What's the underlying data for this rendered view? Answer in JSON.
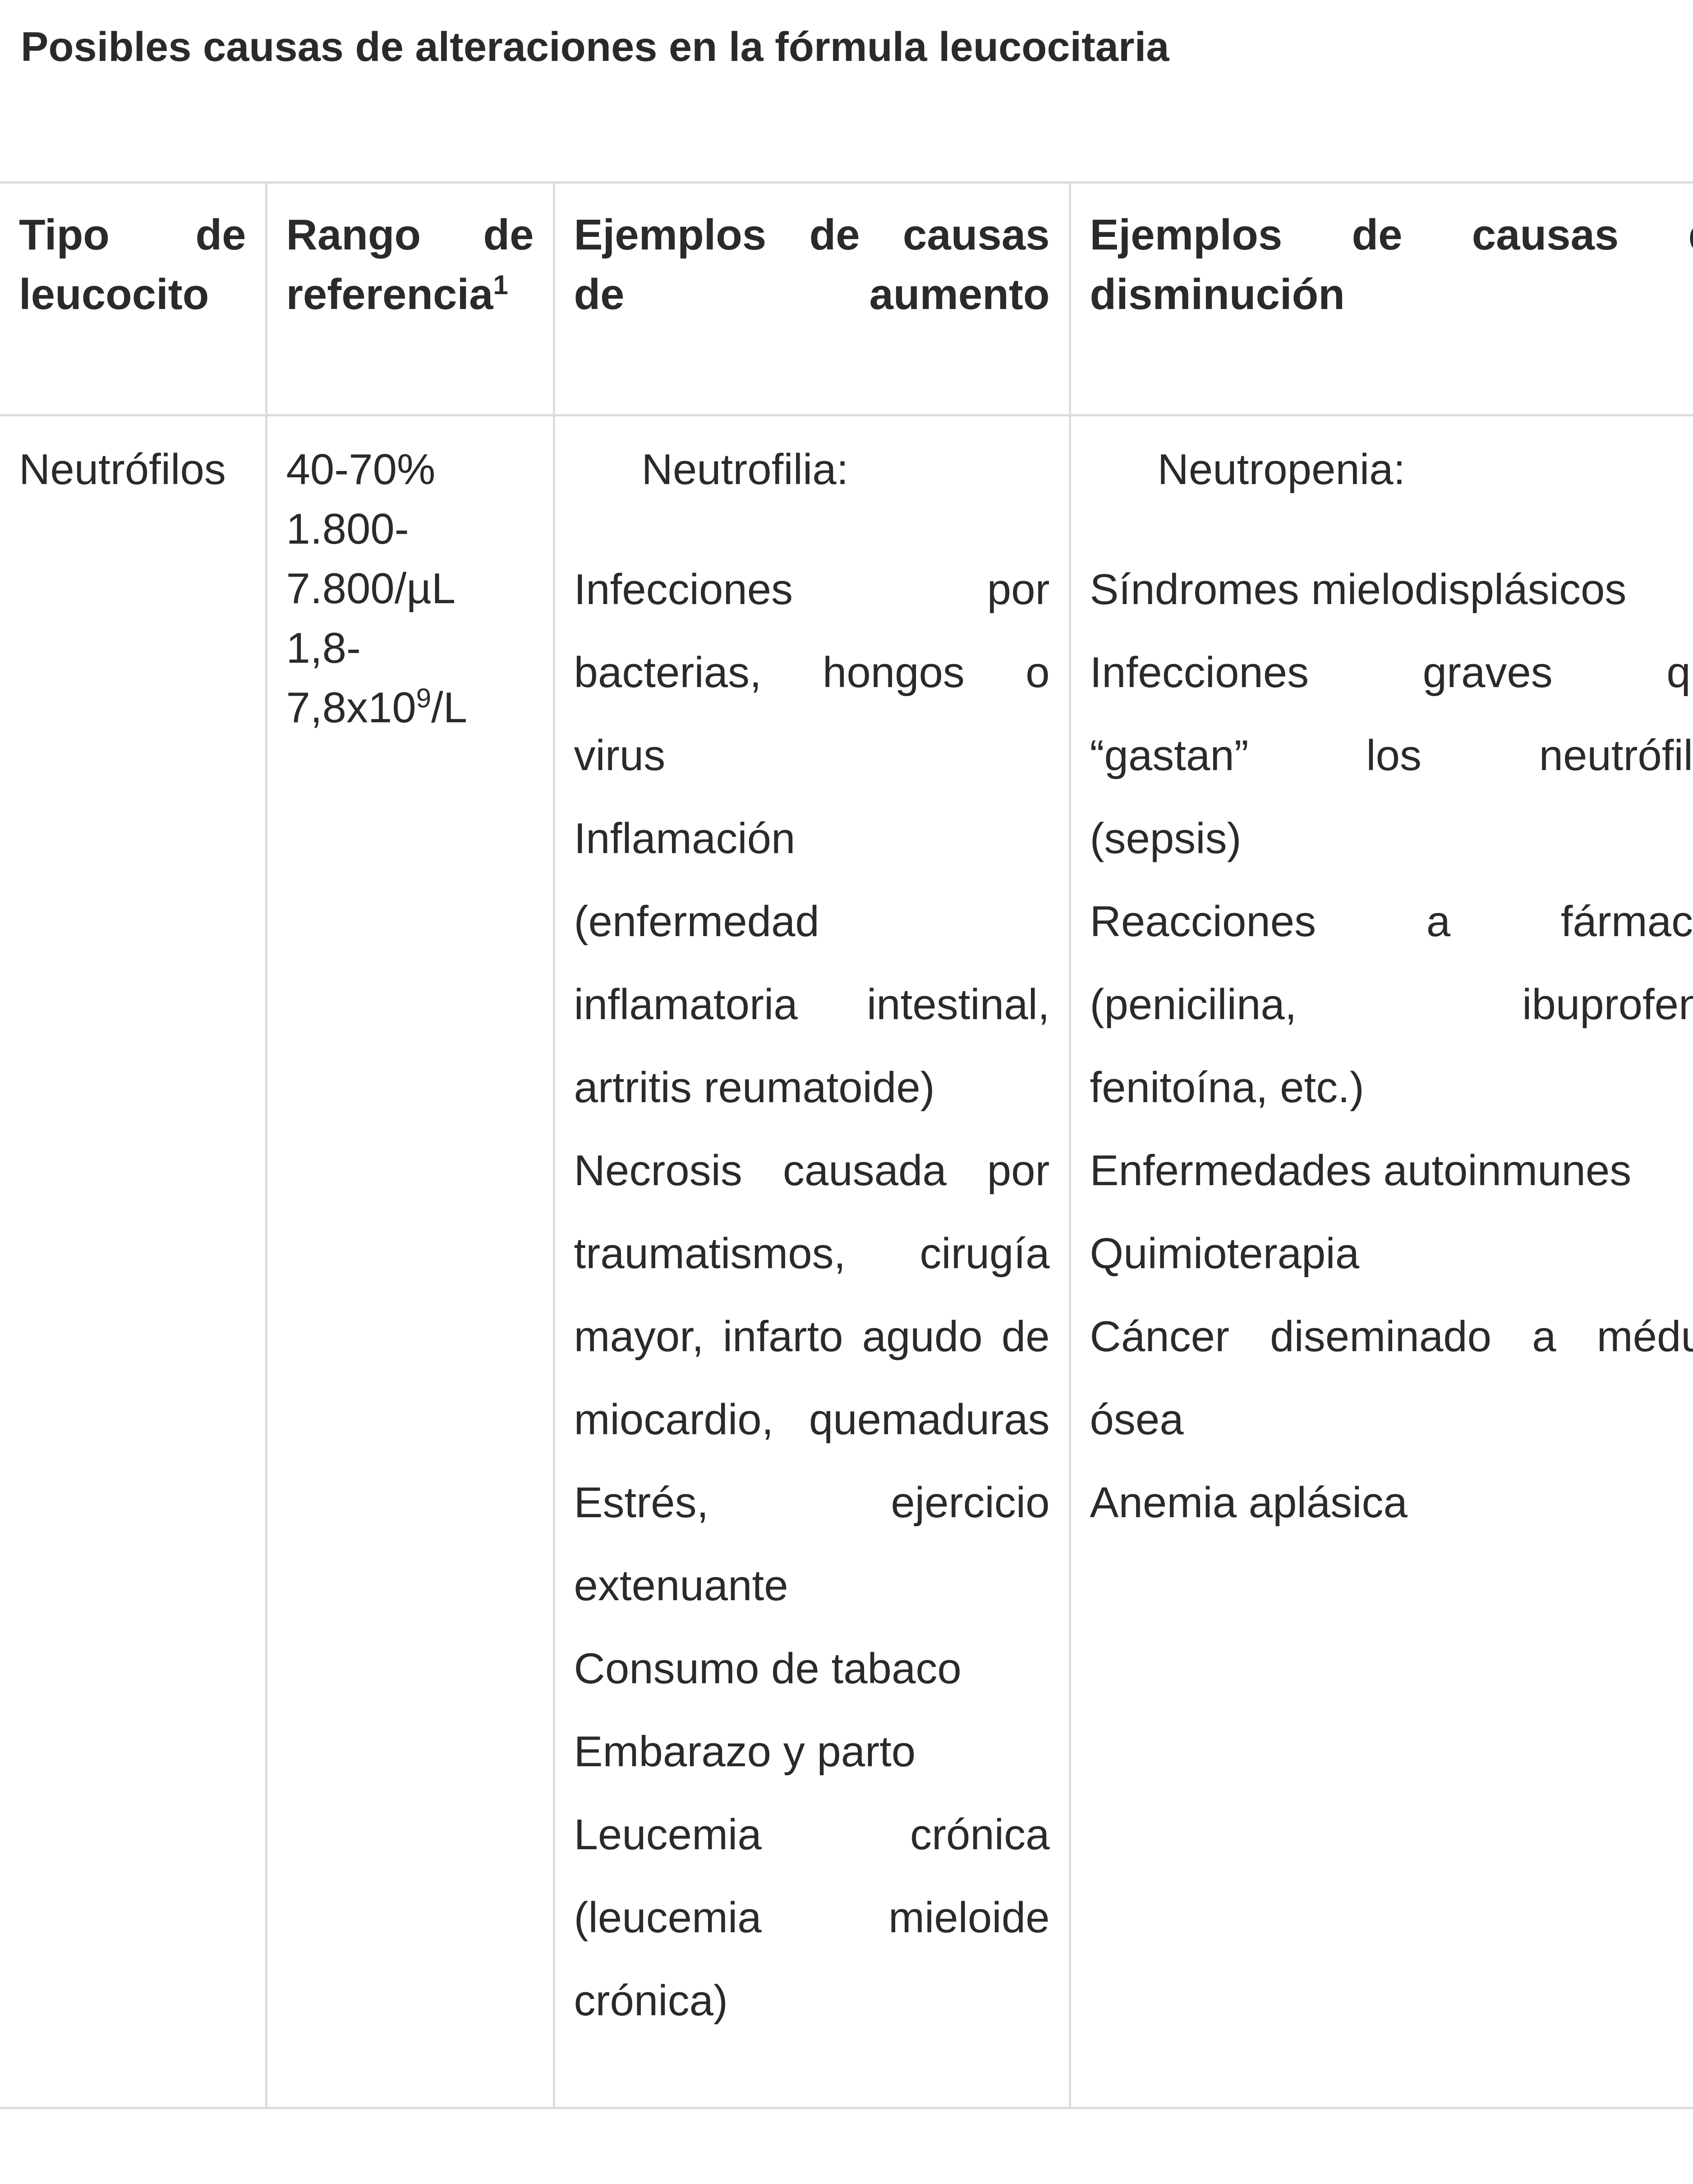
{
  "table": {
    "title": "Posibles causas de alteraciones en la fórmula leucocitaria",
    "headers": {
      "col1": "Tipo de leucocito",
      "col2_main": "Rango de referencia",
      "col2_sup": "1",
      "col3": "Ejemplos de causas de aumento",
      "col4": "Ejemplos de causas de disminución"
    },
    "row": {
      "type": "Neutrófilos",
      "range": {
        "line1": "40-70%",
        "line2": "1.800-",
        "line3": "7.800/µL",
        "line4": "1,8-",
        "line5_pre": "7,8x10",
        "line5_sup": "9",
        "line5_post": "/L"
      },
      "increase": {
        "heading": "Neutrofilia:",
        "lines": [
          "Infecciones por",
          "bacterias, hongos o",
          "virus",
          "Inflamación",
          "(enfermedad",
          "inflamatoria intestinal,",
          "artritis reumatoide)",
          "Necrosis causada por",
          "traumatismos, cirugía",
          "mayor, infarto agudo de",
          "miocardio, quemaduras",
          "Estrés, ejercicio",
          "extenuante",
          "Consumo de tabaco",
          "Embarazo y parto",
          "Leucemia crónica",
          "(leucemia mieloide",
          "crónica)"
        ]
      },
      "decrease": {
        "heading": "Neutropenia:",
        "lines": [
          "Síndromes mielodisplásicos",
          "Infecciones graves que",
          "“gastan” los neutrófilos",
          "(sepsis)",
          "Reacciones a fármacos",
          "(penicilina, ibuprofeno,",
          "fenitoína, etc.)",
          "Enfermedades autoinmunes",
          "Quimioterapia",
          "Cáncer diseminado a médula",
          "ósea",
          "Anemia aplásica"
        ]
      }
    }
  }
}
